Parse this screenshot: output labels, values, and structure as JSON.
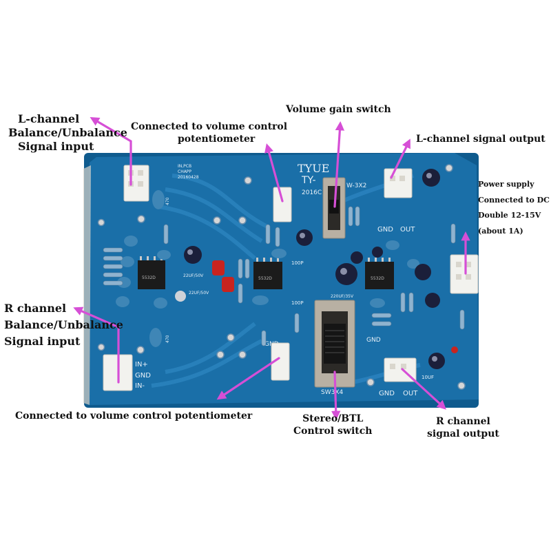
{
  "colors": {
    "background": "#ffffff",
    "board": "#1a6fa8",
    "board_dark": "#0f5b8e",
    "trace": "#2b83be",
    "silkscreen": "#e8f1f8",
    "arrow": "#d64fd6",
    "connector": "#f2f2ee",
    "capacitor_blue": "#3f86b6",
    "electrolytic": "#1b1f3a",
    "chip": "#1b1b1b",
    "resistor": "#8fb3cf",
    "red_cap": "#c8241f",
    "switch_metal": "#b8b0a3"
  },
  "labels": {
    "l_input": [
      "L-channel",
      "Balance/Unbalance",
      "Signal input"
    ],
    "vol_pot_top": [
      "Connected to volume control",
      "potentiometer"
    ],
    "gain_switch": "Volume gain switch",
    "l_output": "L-channel signal output",
    "power": [
      "Power supply",
      "Connected to DC",
      "Double 12-15V",
      "(about 1A)"
    ],
    "r_input": [
      "R channel",
      "Balance/Unbalance",
      "Signal input"
    ],
    "vol_pot_bottom": "Connected to volume control potentiometer",
    "stereo_btl": [
      "Stereo/BTL",
      "Control switch"
    ],
    "r_output": [
      "R channel",
      "signal output"
    ]
  },
  "silkscreen": {
    "brand": "TYUE",
    "model": "TY-",
    "date_code": "2016C",
    "gain_switch_code": "W-3X2",
    "board_note": [
      "IN,PCB",
      "CHAPP",
      "20160428"
    ],
    "gnd": "GND",
    "out": "OUT",
    "in_plus": "IN+",
    "in_minus": "IN-",
    "btl_switch_code": "SW3X4",
    "cap_100p": "100P",
    "cap_22uf": "22UF/50V",
    "cap_220uf": "220UF/35V",
    "cap_10uf": "10UF",
    "cap_470": "470",
    "chip_text": "5532D"
  }
}
